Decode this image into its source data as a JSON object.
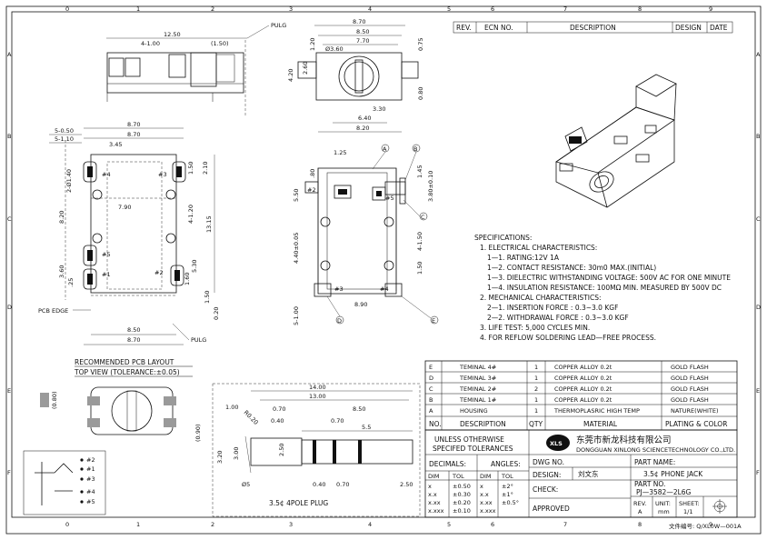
{
  "border": {
    "cols": [
      "0",
      "1",
      "2",
      "3",
      "4",
      "5",
      "6",
      "7",
      "8",
      "9"
    ],
    "rows": [
      "A",
      "B",
      "C",
      "D",
      "E",
      "F"
    ]
  },
  "revision_header": {
    "rev": "REV.",
    "ecn": "ECN NO.",
    "desc": "DESCRIPTION",
    "design": "DESIGN",
    "date": "DATE"
  },
  "side_view": {
    "d1": "12.50",
    "d2": "4-1.00",
    "d3": "(1.50)",
    "pulg": "PULG"
  },
  "front_view": {
    "d1": "8.70",
    "d2": "8.50",
    "d3": "7.70",
    "d4": "Ø3.60",
    "d5": "3.30",
    "d6": "6.40",
    "d7": "8.20",
    "h1": "4.20",
    "h2": "2.60",
    "h3": "0.80",
    "h4": "0.75",
    "h5": "1.20"
  },
  "top_view": {
    "d1": "8.70",
    "d2": "8.70",
    "d3": "5-0.50",
    "d4": "5-1.10",
    "d5": "3.45",
    "d6": "2-Ø1.40",
    "d7": "7.90",
    "d8": "8.20",
    "d9": "3.60",
    "d10": ".25",
    "d11": "4-1.20",
    "d12": "13.15",
    "d13": "5.30",
    "d14": "1.60",
    "d15": "1.50",
    "d16": "1.50",
    "d17": "2.10",
    "d18": "0.20",
    "d19": "8.50",
    "d20": "8.70",
    "p4": "#4",
    "p3": "#3",
    "p5": "#5",
    "p1": "#1",
    "p2": "#2",
    "pcb_edge": "PCB EDGE",
    "pulg": "PULG"
  },
  "side_view2": {
    "d1": "1.25",
    "d2": ".80",
    "d3": "5.50",
    "d4": "4.40±0.05",
    "d5": "5-1.00",
    "d6": "8.90",
    "d7": "1.45",
    "d8": "3.80±0.10",
    "d9": "4-1.50",
    "d10": "1.50",
    "p2": "#2",
    "p5": "#5",
    "p3": "#3",
    "p4": "#4",
    "a": "A",
    "b": "B",
    "c": "C",
    "d": "D",
    "e": "E"
  },
  "specs": [
    "SPECIFICATIONS:",
    "1. ELECTRICAL CHARACTERISTICS:",
    "1—1. RATING:12V 1A",
    "1—2. CONTACT RESISTANCE: 30m0 MAX.(INITIAL)",
    "1—3. DIELECTRIC WITHSTANDING VOLTAGE: 500V AC FOR ONE MINUTE",
    "1—4. INSULATION RESISTANCE: 100MΩ MIN. MEASURED BY 500V DC",
    "2. MECHANICAL CHARACTERISTICS:",
    "2—1. INSERTION FORCE : 0.3~3.0 KGF",
    "2—2. WITHDRAWAL FORCE : 0.3~3.0 KGF",
    "3. LIFE TEST: 5,000 CYCLES MIN.",
    "4. FOR REFLOW SOLDERING LEAD—FREE PROCESS."
  ],
  "pcb_layout": {
    "title": "RECOMMENDED PCB LAYOUT",
    "subtitle": "TOP VIEW (TOLERANCE:±0.05)",
    "d1": "(0.80)",
    "d2": "(0.90)"
  },
  "plug": {
    "label": "3.5¢ 4POLE PLUG",
    "d1": "14.00",
    "d2": "13.00",
    "d3": "1.00",
    "d4": "0.70",
    "d5": "8.50",
    "d6": "R0.20",
    "d7": "0.40",
    "d8": "0.70",
    "d9": "5.5",
    "d10": "3.20",
    "d11": "3.00",
    "d12": "2.50",
    "d13": "Ø5",
    "d14": "0.40",
    "d15": "0.70",
    "d16": "2.50"
  },
  "schematic": {
    "p1": "#1",
    "p2": "#2",
    "p3": "#3",
    "p4": "#4",
    "p5": "#5"
  },
  "bom": {
    "rows": [
      {
        "no": "E",
        "desc": "TEMINAL 4#",
        "qty": "1",
        "material": "COPPER ALLOY 0.2t",
        "plating": "GOLD FLASH"
      },
      {
        "no": "D",
        "desc": "TEMINAL 3#",
        "qty": "1",
        "material": "COPPER ALLOY 0.2t",
        "plating": "GOLD FLASH"
      },
      {
        "no": "C",
        "desc": "TEMINAL 2#",
        "qty": "2",
        "material": "COPPER ALLOY 0.2t",
        "plating": "GOLD FLASH"
      },
      {
        "no": "B",
        "desc": "TEMINAL 1#",
        "qty": "1",
        "material": "COPPER ALLOY 0.2t",
        "plating": "GOLD FLASH"
      },
      {
        "no": "A",
        "desc": "HOUSING",
        "qty": "1",
        "material": "THERMOPLASRIC HIGH TEMP",
        "plating": "NATURE(WHITE)"
      }
    ],
    "header": {
      "no": "NO.",
      "desc": "DESCRIPTION",
      "qty": "QTY",
      "material": "MATERIAL",
      "plating": "PLATING & COLOR"
    }
  },
  "title_block": {
    "unless1": "UNLESS OTHERWISE",
    "unless2": "SPECIFED TOLERANCES",
    "decimals": "DECIMALS:",
    "angles": "ANGLES:",
    "dim": "DIM",
    "tol": "TOL",
    "tol_rows": [
      {
        "dim": "x",
        "tol": "±0.50",
        "adim": "x",
        "atol": "±2°"
      },
      {
        "dim": "x.x",
        "tol": "±0.30",
        "adim": "x.x",
        "atol": "±1°"
      },
      {
        "dim": "x.xx",
        "tol": "±0.20",
        "adim": "x.xx",
        "atol": "±0.5°"
      },
      {
        "dim": "x.xxx",
        "tol": "±0.10",
        "adim": "x.xxx",
        "atol": ""
      }
    ],
    "company_cn": "东莞市新龙科技有限公司",
    "company_en": "DONGGUAN XINLONG SCIENCETECHNOLOGY CO.,LTD.",
    "logo": "XLS",
    "dwg_no": "DWG NO.",
    "design": "DESIGN:",
    "designer": "刘文东",
    "check": "CHECK:",
    "approved": "APPROVED",
    "part_name": "PART NAME:",
    "part_name_val": "3.5¢ PHONE JACK",
    "part_no": "PART NO.",
    "part_no_val": "PJ—3582—2L6G",
    "rev": "REV.",
    "rev_val": "A",
    "unit": "UNIT:",
    "unit_val": "mm",
    "sheet": "SHEET:",
    "sheet_val": "1/1",
    "file_no": "文件编号: Q/XL0W—001A"
  }
}
